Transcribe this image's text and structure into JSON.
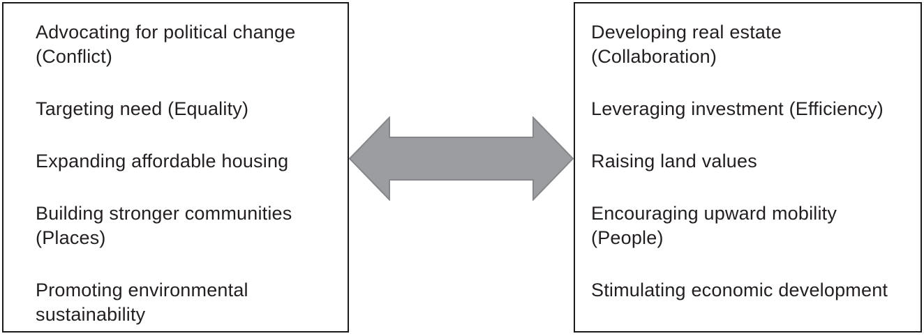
{
  "diagram": {
    "left_box": {
      "items": [
        "Advocating for political change\n(Conflict)",
        "Targeting need (Equality)",
        "Expanding affordable housing",
        "Building stronger communities\n(Places)",
        "Promoting environmental\nsustainability"
      ]
    },
    "right_box": {
      "items": [
        "Developing real estate\n(Collaboration)",
        "Leveraging investment (Efficiency)",
        "Raising land values",
        "Encouraging upward mobility\n(People)",
        "Stimulating economic development"
      ]
    },
    "arrow": {
      "type": "double-headed-horizontal",
      "fill": "#9b9da0",
      "stroke": "#85878a"
    },
    "colors": {
      "background": "#ffffff",
      "box_border": "#1a1a1a",
      "text": "#231f20"
    }
  }
}
